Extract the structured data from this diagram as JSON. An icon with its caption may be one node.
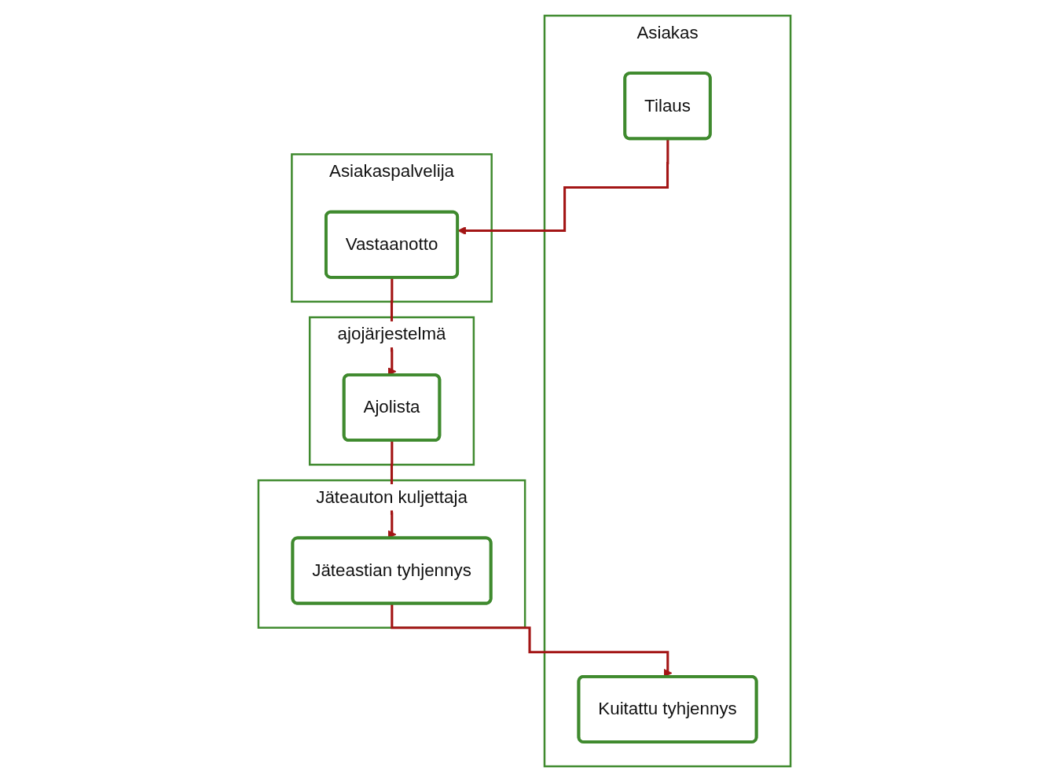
{
  "diagram": {
    "nodes": [
      {
        "text": [
          "Asiakas"
        ]
      },
      {
        "text": [
          "Tilaus"
        ],
        "in": 0
      },
      {
        "text": [
          "Kuitattu tyhjennys"
        ],
        "in": 0
      },
      {
        "text": [
          "Asiakaspalvelija"
        ]
      },
      {
        "text": [
          "Vastaanotto"
        ],
        "in": 3
      },
      {
        "text": [
          "ajojärjestelmä"
        ]
      },
      {
        "text": [
          "Ajolista"
        ],
        "in": 5
      },
      {
        "text": [
          "Jäteauton kuljettaja"
        ]
      },
      {
        "text": [
          "Jäteastian tyhjennys"
        ],
        "in": 7
      }
    ],
    "edges": [
      {
        "from": 1,
        "to": 4,
        "arrow": "to"
      },
      {
        "from": 4,
        "to": 6,
        "arrow": "to"
      },
      {
        "from": 6,
        "to": 8,
        "arrow": "to"
      },
      {
        "from": 8,
        "to": 2,
        "arrow": "to"
      }
    ]
  }
}
